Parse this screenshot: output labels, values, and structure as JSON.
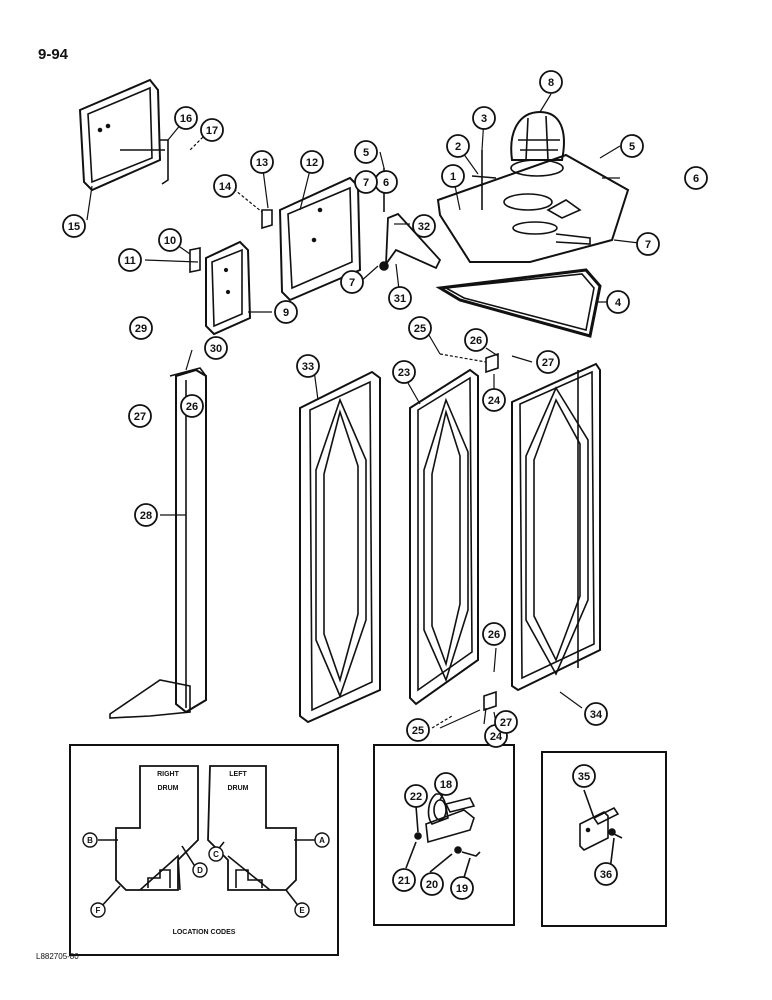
{
  "page_number": "9-94",
  "figure_code": "L882705-80",
  "callouts": [
    "1",
    "2",
    "3",
    "4",
    "5",
    "5",
    "6",
    "6",
    "7",
    "7",
    "7",
    "8",
    "9",
    "10",
    "11",
    "12",
    "13",
    "14",
    "15",
    "16",
    "17",
    "18",
    "19",
    "20",
    "21",
    "22",
    "23",
    "24",
    "24",
    "25",
    "25",
    "26",
    "26",
    "26",
    "27",
    "27",
    "27",
    "28",
    "29",
    "30",
    "31",
    "32",
    "33",
    "34",
    "35",
    "36"
  ],
  "location_codes": {
    "title": "LOCATION CODES",
    "right_drum": [
      "RIGHT",
      "DRUM"
    ],
    "left_drum": [
      "LEFT",
      "DRUM"
    ],
    "markers": [
      "A",
      "B",
      "C",
      "D",
      "E",
      "F"
    ]
  },
  "colors": {
    "line": "#111111",
    "paper": "#ffffff"
  }
}
